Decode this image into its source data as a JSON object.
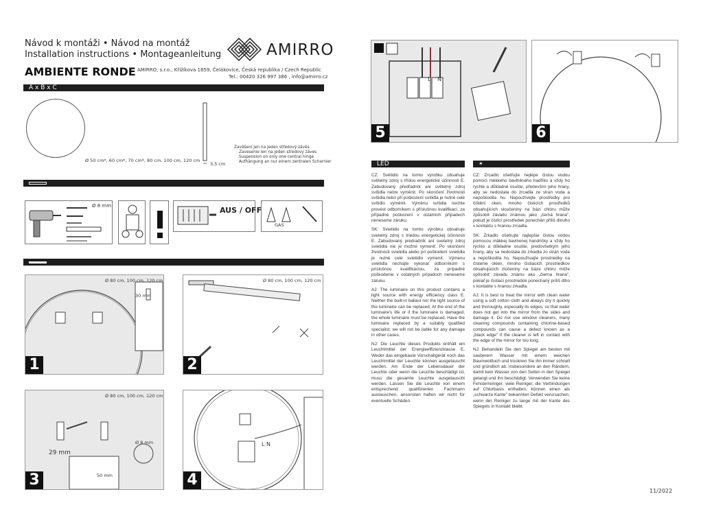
{
  "header": {
    "line1": "Návod k montáži • Návod na montáž",
    "line2": "Installation instructions • Montageanleitung",
    "product": "AMBIENTE RONDE",
    "brand": "AMIRRO",
    "company": "AMIRRO, s.r.o., Křižíkova 1859, Čelákovice, Česká republika / Czech Republic",
    "contact": "Tel.: 00420 326 997 386 , info@amirro.cz"
  },
  "dimensions": {
    "bar_label": "A x B x C",
    "sizes": "Ø 50 cm*, 60 cm*, 70 cm*, 80 cm, 100 cm, 120 cm",
    "depth": "3,5 cm",
    "note_cz": "Zavěšení jen na jeden středový závěs",
    "note_sk": "Zavesenie len na jeden stredový záves",
    "note_en": "Suspension on only one central hinge",
    "note_de": "Aufhängung an nur einem zentralen Scharnier"
  },
  "tools": {
    "drill": "Ø 8 mm",
    "aus_off": "AUS / OFF",
    "gas": "GAS"
  },
  "steps": [
    {
      "num": "1",
      "sizes": "Ø  80 cm, 100 cm, 120 cm",
      "measure": "30 mm"
    },
    {
      "num": "2",
      "sizes": "Ø  80 cm, 100 cm, 120 cm"
    },
    {
      "num": "3",
      "sizes": "Ø  80 cm, 100 cm, 120 cm",
      "measure": "29 mm",
      "depth": "50 mm",
      "drill": "Ø 8 mm"
    },
    {
      "num": "4",
      "wires": "L N"
    },
    {
      "num": "5",
      "wires_l": "L",
      "wires_n": "N"
    },
    {
      "num": "6"
    }
  ],
  "led": {
    "title": "LED",
    "cz": "CZ: Světidlo na tomto výrobku obsahuje světelný zdroj s třídou energetické účinnosti E. Zabudovaný předřadník ani světelný zdroj svítidla nelze vyměnit. Po skončení životnosti svítidla nebo při poškození svítidla je nutné celé svítidlo vyměnit. Výměnu svítidla nechte provést odborníkem s příslušnou kvalifikací, za případné poškození v ostatních případech neneseme záruku.",
    "sk": "SK: Svietidlo na tomto výrobku obsahuje svetelný zdroj s triedou energetickej účinnosti E. Zabudovaný predradník ani svetelný zdroj svietidla nie je možné vymeniť. Po skončení životnosti svietidla alebo pri poškodení svietidla je nutné celé svietidlo vymeniť. Výmenu svietidla nechajte vykonať odborníkom s príslušnou kvalifikáciou, za prípadné poškodenie v ostatných prípadoch neneseme záruku.",
    "aj": "AJ: The luminaire on this product contains a light source with energy efficiency class E. Neither the built-in ballast nor the light source of the luminaire can be replaced. At the end of the luminaire's life or if the luminaire is damaged, the whole luminaire must be replaced. Have the luminaire replaced by a suitably qualified specialist; we will not be liable for any damage in other cases.",
    "nj": "NJ: Die Leuchte dieses Produkts enthält ein Leuchtmittel der Energieeffizienzklasse E. Weder das eingebaute Vorschaltgerät noch das Leuchtmittel der Leuchte können ausgetauscht werden. Am Ende der Lebensdauer der Leuchte oder wenn die Leuchte beschädigt ist, muss die gesamte Leuchte ausgetauscht werden. Lassen Sie die Leuchte von einem entsprechend qualifizierten Fachmann austauschen, ansonsten haften wir nicht für eventuelle Schäden."
  },
  "care": {
    "cz": "CZ: Zrcadlo ošetřujte nejlépe čistou vodou pomocí měkkého bavlněného hadříku a vždy ho rychle a důkladně osušte, především jeho hrany, aby se nedostala do zrcadla ze stran voda a nepoškodila ho. Nepoužívejte prostředky pro čištění oken, mnoho čisticích prostředků obsahujících sloučeniny na bázi chlóru může způsobit závadu známou jako „černá hrana\", pokud je čisticí prostředek ponechán příliš dlouho v kontaktu s hranou zrcadla.",
    "sk": "SK: Zrkadlo ošetrujte najlepšie čistou vodou pomocou mäkkej bavlnenej handričky a vždy ho rýchlo a dôkladne osušte, predovšetkým jeho hrany, aby sa nedostala do zrkadla zo strán voda a nepoškodila ho. Nepoužívajte prostriedky na čistenie okien, mnoho čistiacich prostriedkov obsahujúcich zlúčeniny na báze chlóru môže spôsobiť závadu známu ako „čierna hrana\", pokiaľ je čistiaci prostriedok ponechaný príliš dlho v kontakte s hranou zrkadla.",
    "aj": "AJ: It is best to treat the mirror with clean water using a soft cotton cloth and always dry it quickly and thoroughly, especially its edges, so that water does not get into the mirror from the sides and damage it. Do not use window cleaners, many cleaning compounds containing chlorine-based compounds can cause a defect known as a „black edge\" if the cleaner is left in contact with the edge of the mirror for too long.",
    "nj": "NJ: Behandeln Sie den Spiegel am besten mit sauberem Wasser mit einem weichen Baumwolltuch und trocknen Sie ihn immer schnell und gründlich ab, insbesondere an den Rändern, damit kein Wasser von den Seiten in den Spiegel gelangt und ihn beschädigt. Verwenden Sie keine Fensterreiniger, viele Reiniger, die Verbindungen auf Chlorbasis enthalten, können einen als „schwarze Kante\" bekannten Defekt verursachen, wenn der Reiniger zu lange mit der Kante des Spiegels in Kontakt bleibt."
  },
  "footer": {
    "date": "11/2022"
  }
}
